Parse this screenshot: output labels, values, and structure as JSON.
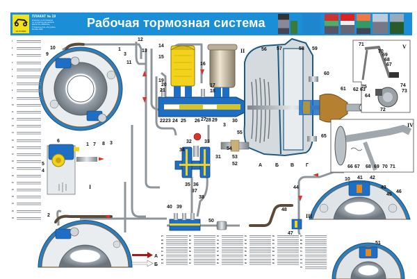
{
  "header": {
    "poster_number": "ПЛАКАТ № 19",
    "title": "Рабочая тормозная система",
    "logo_text": "ЗА РУЛЁМ",
    "meta_lines": [
      "Комплект из 20 плакатов",
      "по устройству автомобиля",
      "ВАЗ-2170 «ПРИОРА»",
      "© Издательство «За рулём»",
      "Москва 2008"
    ]
  },
  "colors": {
    "header_blue": "#1a8fd8",
    "drum_blue": "#2a7fc0",
    "cylinder_blue": "#1e6fc4",
    "fluid_yellow": "#f2d21a",
    "pressure_red": "#d8342a",
    "steel_gray": "#b9c0c6"
  },
  "legend_arrows": [
    {
      "letter": "А",
      "meaning": "pressure"
    },
    {
      "letter": "Б",
      "meaning": "return"
    }
  ],
  "roman_views": [
    "I",
    "II",
    "III",
    "IV",
    "V"
  ],
  "chamber_labels": [
    "А",
    "Б",
    "В",
    "Г"
  ],
  "callouts": {
    "front_drum": [
      "1",
      "2",
      "3",
      "9",
      "10",
      "11"
    ],
    "caliper": [
      "1",
      "3",
      "4",
      "5",
      "6",
      "7",
      "8"
    ],
    "master_cylinder": [
      "12",
      "13",
      "14",
      "15",
      "16",
      "17",
      "18",
      "19",
      "20",
      "21",
      "22",
      "23",
      "24",
      "25",
      "26",
      "27",
      "28",
      "29",
      "30",
      "3"
    ],
    "regulator": [
      "31",
      "32",
      "33",
      "34",
      "35",
      "36",
      "37",
      "38"
    ],
    "tee": [
      "39",
      "40",
      "50"
    ],
    "booster": [
      "52",
      "53",
      "54",
      "55",
      "56",
      "57",
      "58",
      "59",
      "60",
      "61",
      "62",
      "63",
      "64",
      "65"
    ],
    "pedal_v": [
      "67",
      "68",
      "69",
      "70",
      "71",
      "72",
      "73",
      "74",
      "75"
    ],
    "pedal_iv": [
      "66",
      "67",
      "68",
      "69",
      "70",
      "71"
    ],
    "rear": [
      "10",
      "41",
      "42",
      "43",
      "44",
      "45",
      "46",
      "47",
      "48",
      "49",
      "51"
    ]
  },
  "legend_left_items": [
    "1",
    "2",
    "3",
    "4",
    "5",
    "6",
    "7",
    "8",
    "9",
    "10",
    "11",
    "12",
    "13",
    "14",
    "15",
    "16",
    "17",
    "18",
    "19",
    "20",
    "21",
    "22",
    "23",
    "24",
    "25",
    "26"
  ],
  "legend_bottom_cols": [
    [
      "27",
      "28",
      "29",
      "30",
      "31",
      "32",
      "33",
      "34"
    ],
    [
      "35",
      "36",
      "37",
      "38",
      "39",
      "40",
      "41",
      "42"
    ],
    [
      "43",
      "44",
      "45",
      "46",
      "47",
      "48",
      "49",
      "50"
    ],
    [
      "51",
      "52",
      "53",
      "54",
      "55",
      "56",
      "57",
      "58"
    ],
    [
      "59",
      "60",
      "61",
      "62",
      "63",
      "64",
      "65",
      "66"
    ],
    [
      "67",
      "68",
      "69",
      "70",
      "71",
      "72",
      "73",
      "74",
      "75"
    ]
  ]
}
